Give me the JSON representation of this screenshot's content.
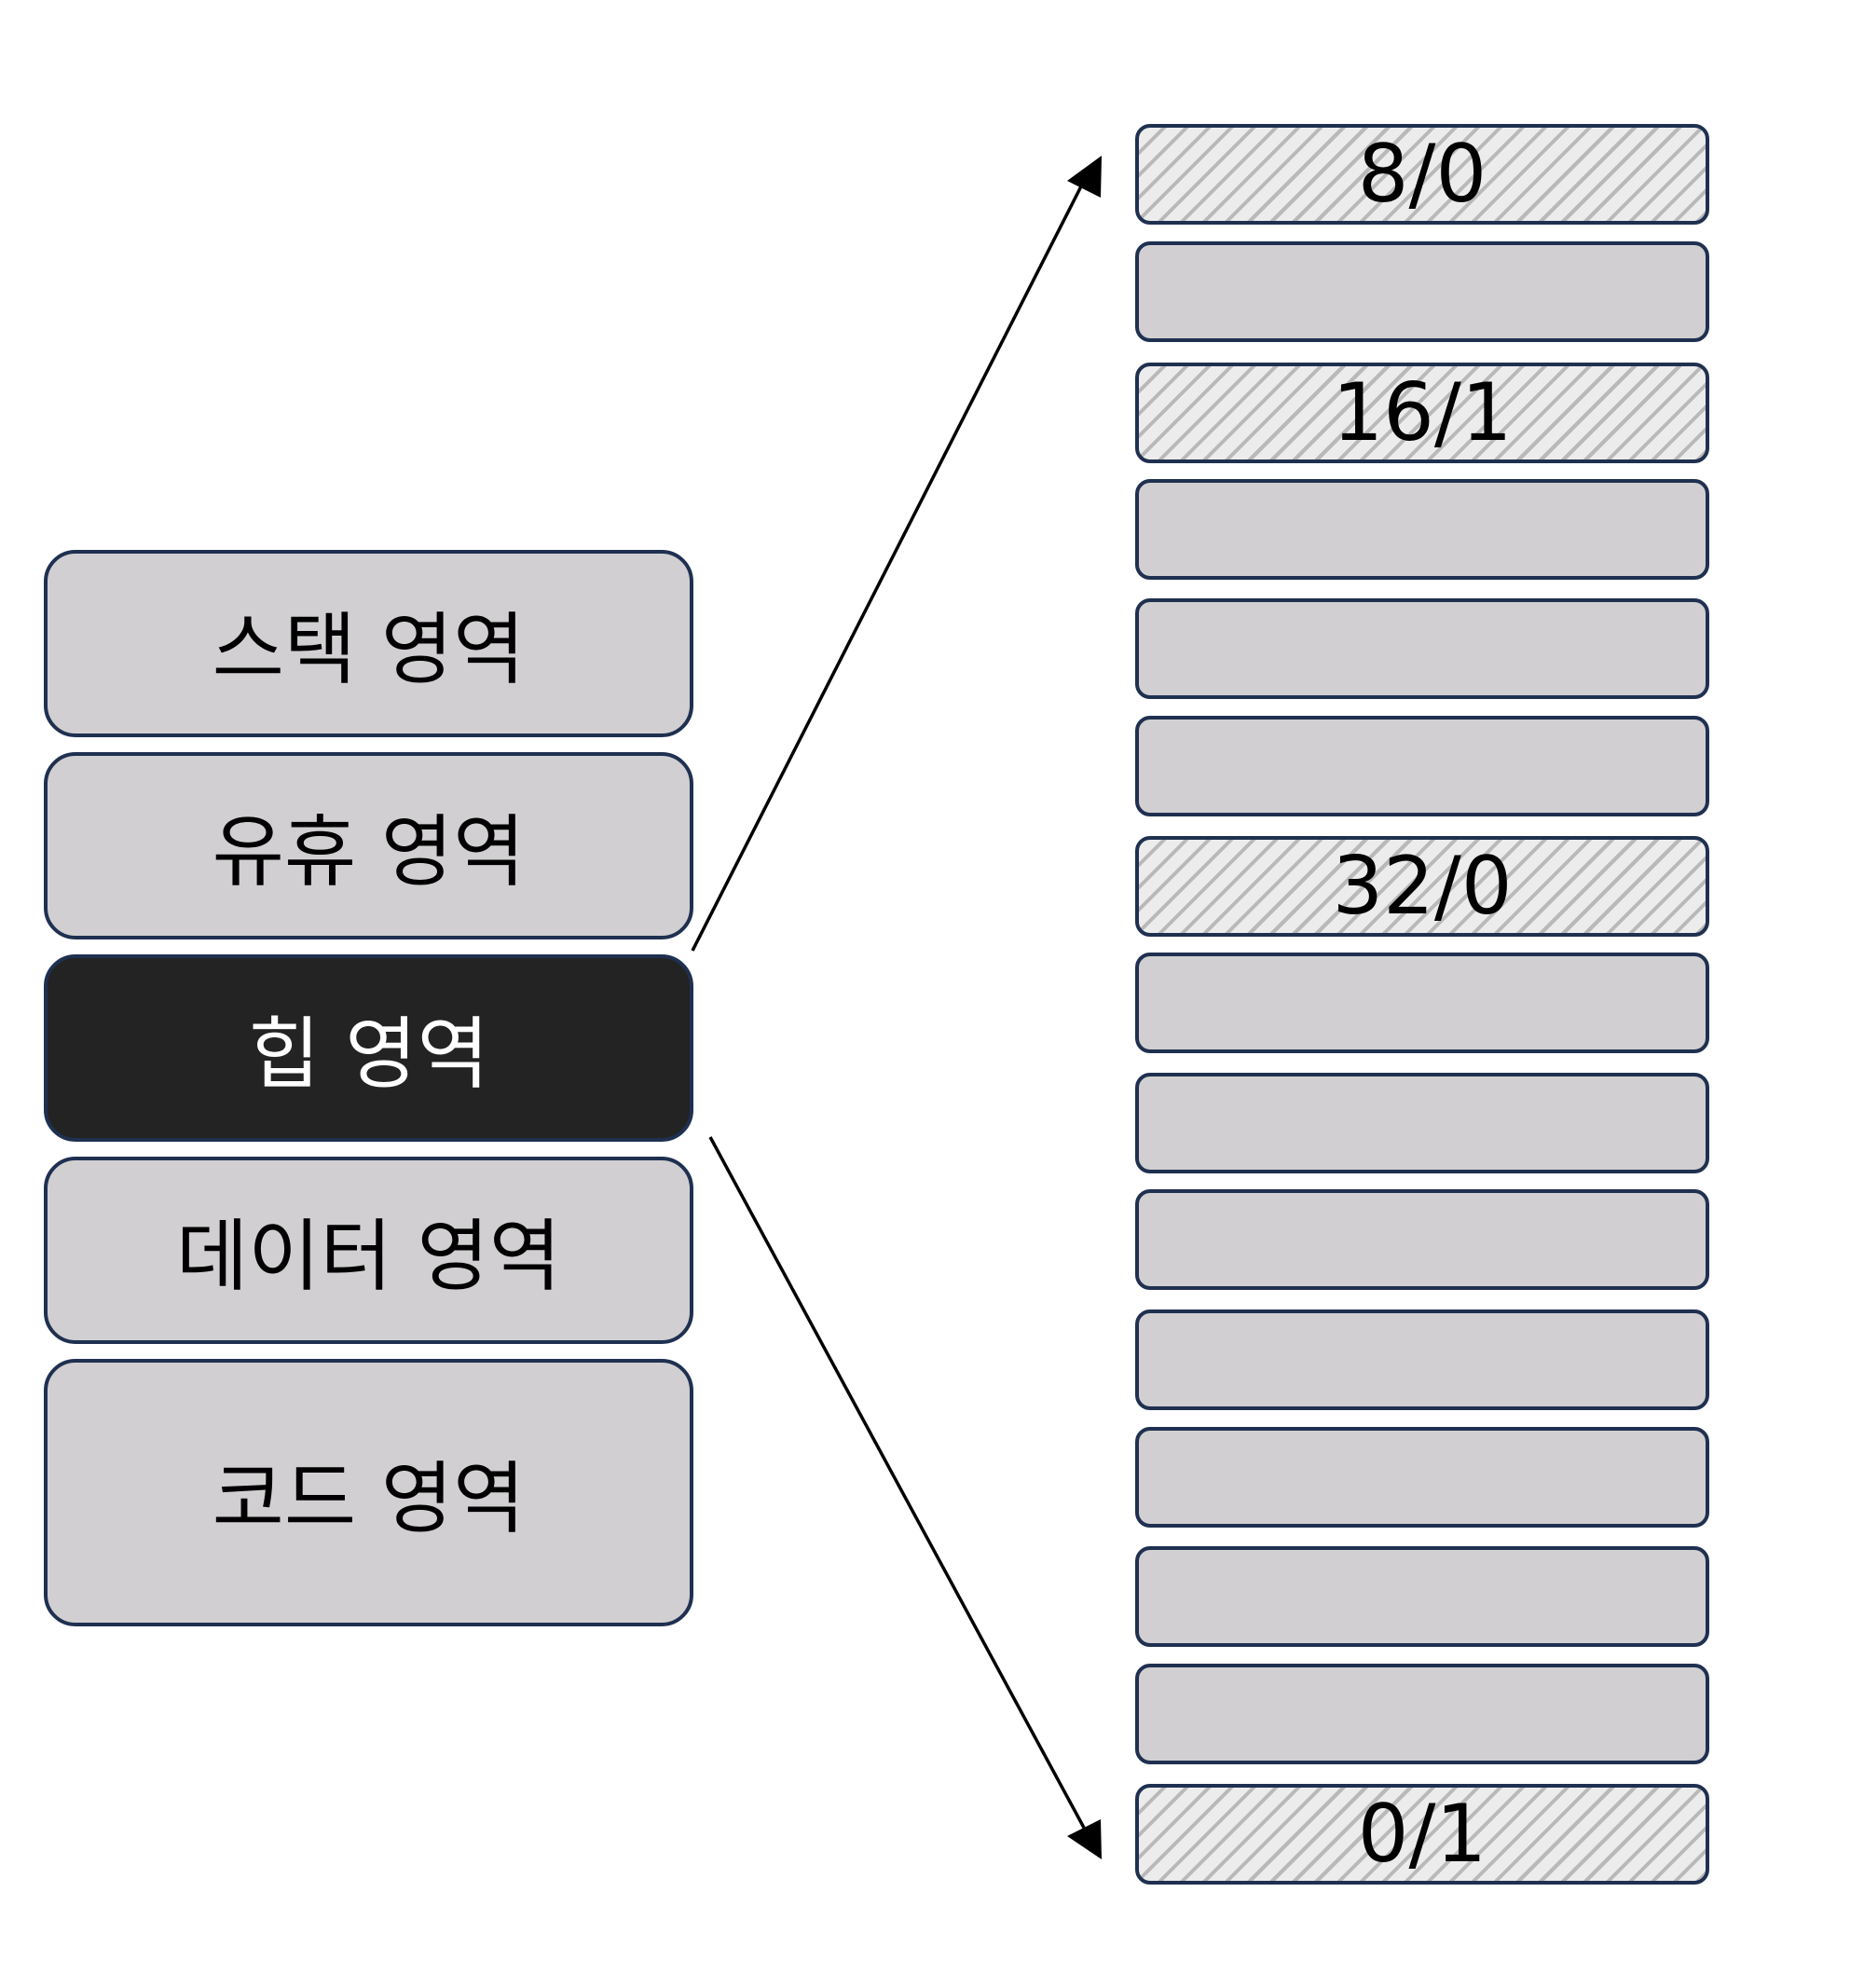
{
  "memory_layout": {
    "segments": [
      {
        "label": "스택 영역",
        "active": false
      },
      {
        "label": "유휴 영역",
        "active": false
      },
      {
        "label": "힙 영역",
        "active": true
      },
      {
        "label": "데이터 영역",
        "active": false
      },
      {
        "label": "코드 영역",
        "active": false
      }
    ]
  },
  "heap_blocks": {
    "blocks": [
      {
        "label": "8/0",
        "hatched": true
      },
      {
        "label": "",
        "hatched": false
      },
      {
        "label": "16/1",
        "hatched": true
      },
      {
        "label": "",
        "hatched": false
      },
      {
        "label": "",
        "hatched": false
      },
      {
        "label": "",
        "hatched": false
      },
      {
        "label": "32/0",
        "hatched": true
      },
      {
        "label": "",
        "hatched": false
      },
      {
        "label": "",
        "hatched": false
      },
      {
        "label": "",
        "hatched": false
      },
      {
        "label": "",
        "hatched": false
      },
      {
        "label": "",
        "hatched": false
      },
      {
        "label": "",
        "hatched": false
      },
      {
        "label": "",
        "hatched": false
      },
      {
        "label": "0/1",
        "hatched": true
      }
    ]
  },
  "colors": {
    "segment_fill": "#d1cfd1",
    "active_fill": "#232323",
    "border": "#1f3050",
    "hatch": "#b9b9b9"
  }
}
